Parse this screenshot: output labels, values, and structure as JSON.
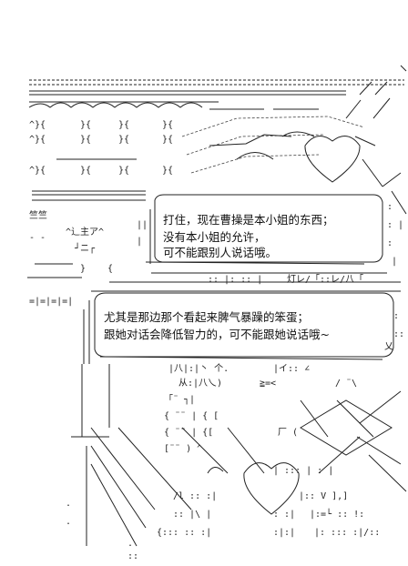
{
  "bubble_top": {
    "lines": [
      "打住，现在曹操是本小姐的东西；",
      "没有本小姐的允许，",
      "可不能跟别人说话哦。"
    ]
  },
  "bubble_bottom": {
    "lines": [
      "尤其是那边那个看起来脾气暴躁的笨蛋；",
      "跟她对话会降低智力的，可不能跟她说话哦~"
    ]
  },
  "colors": {
    "background": "#ffffff",
    "ink": "#222222"
  }
}
